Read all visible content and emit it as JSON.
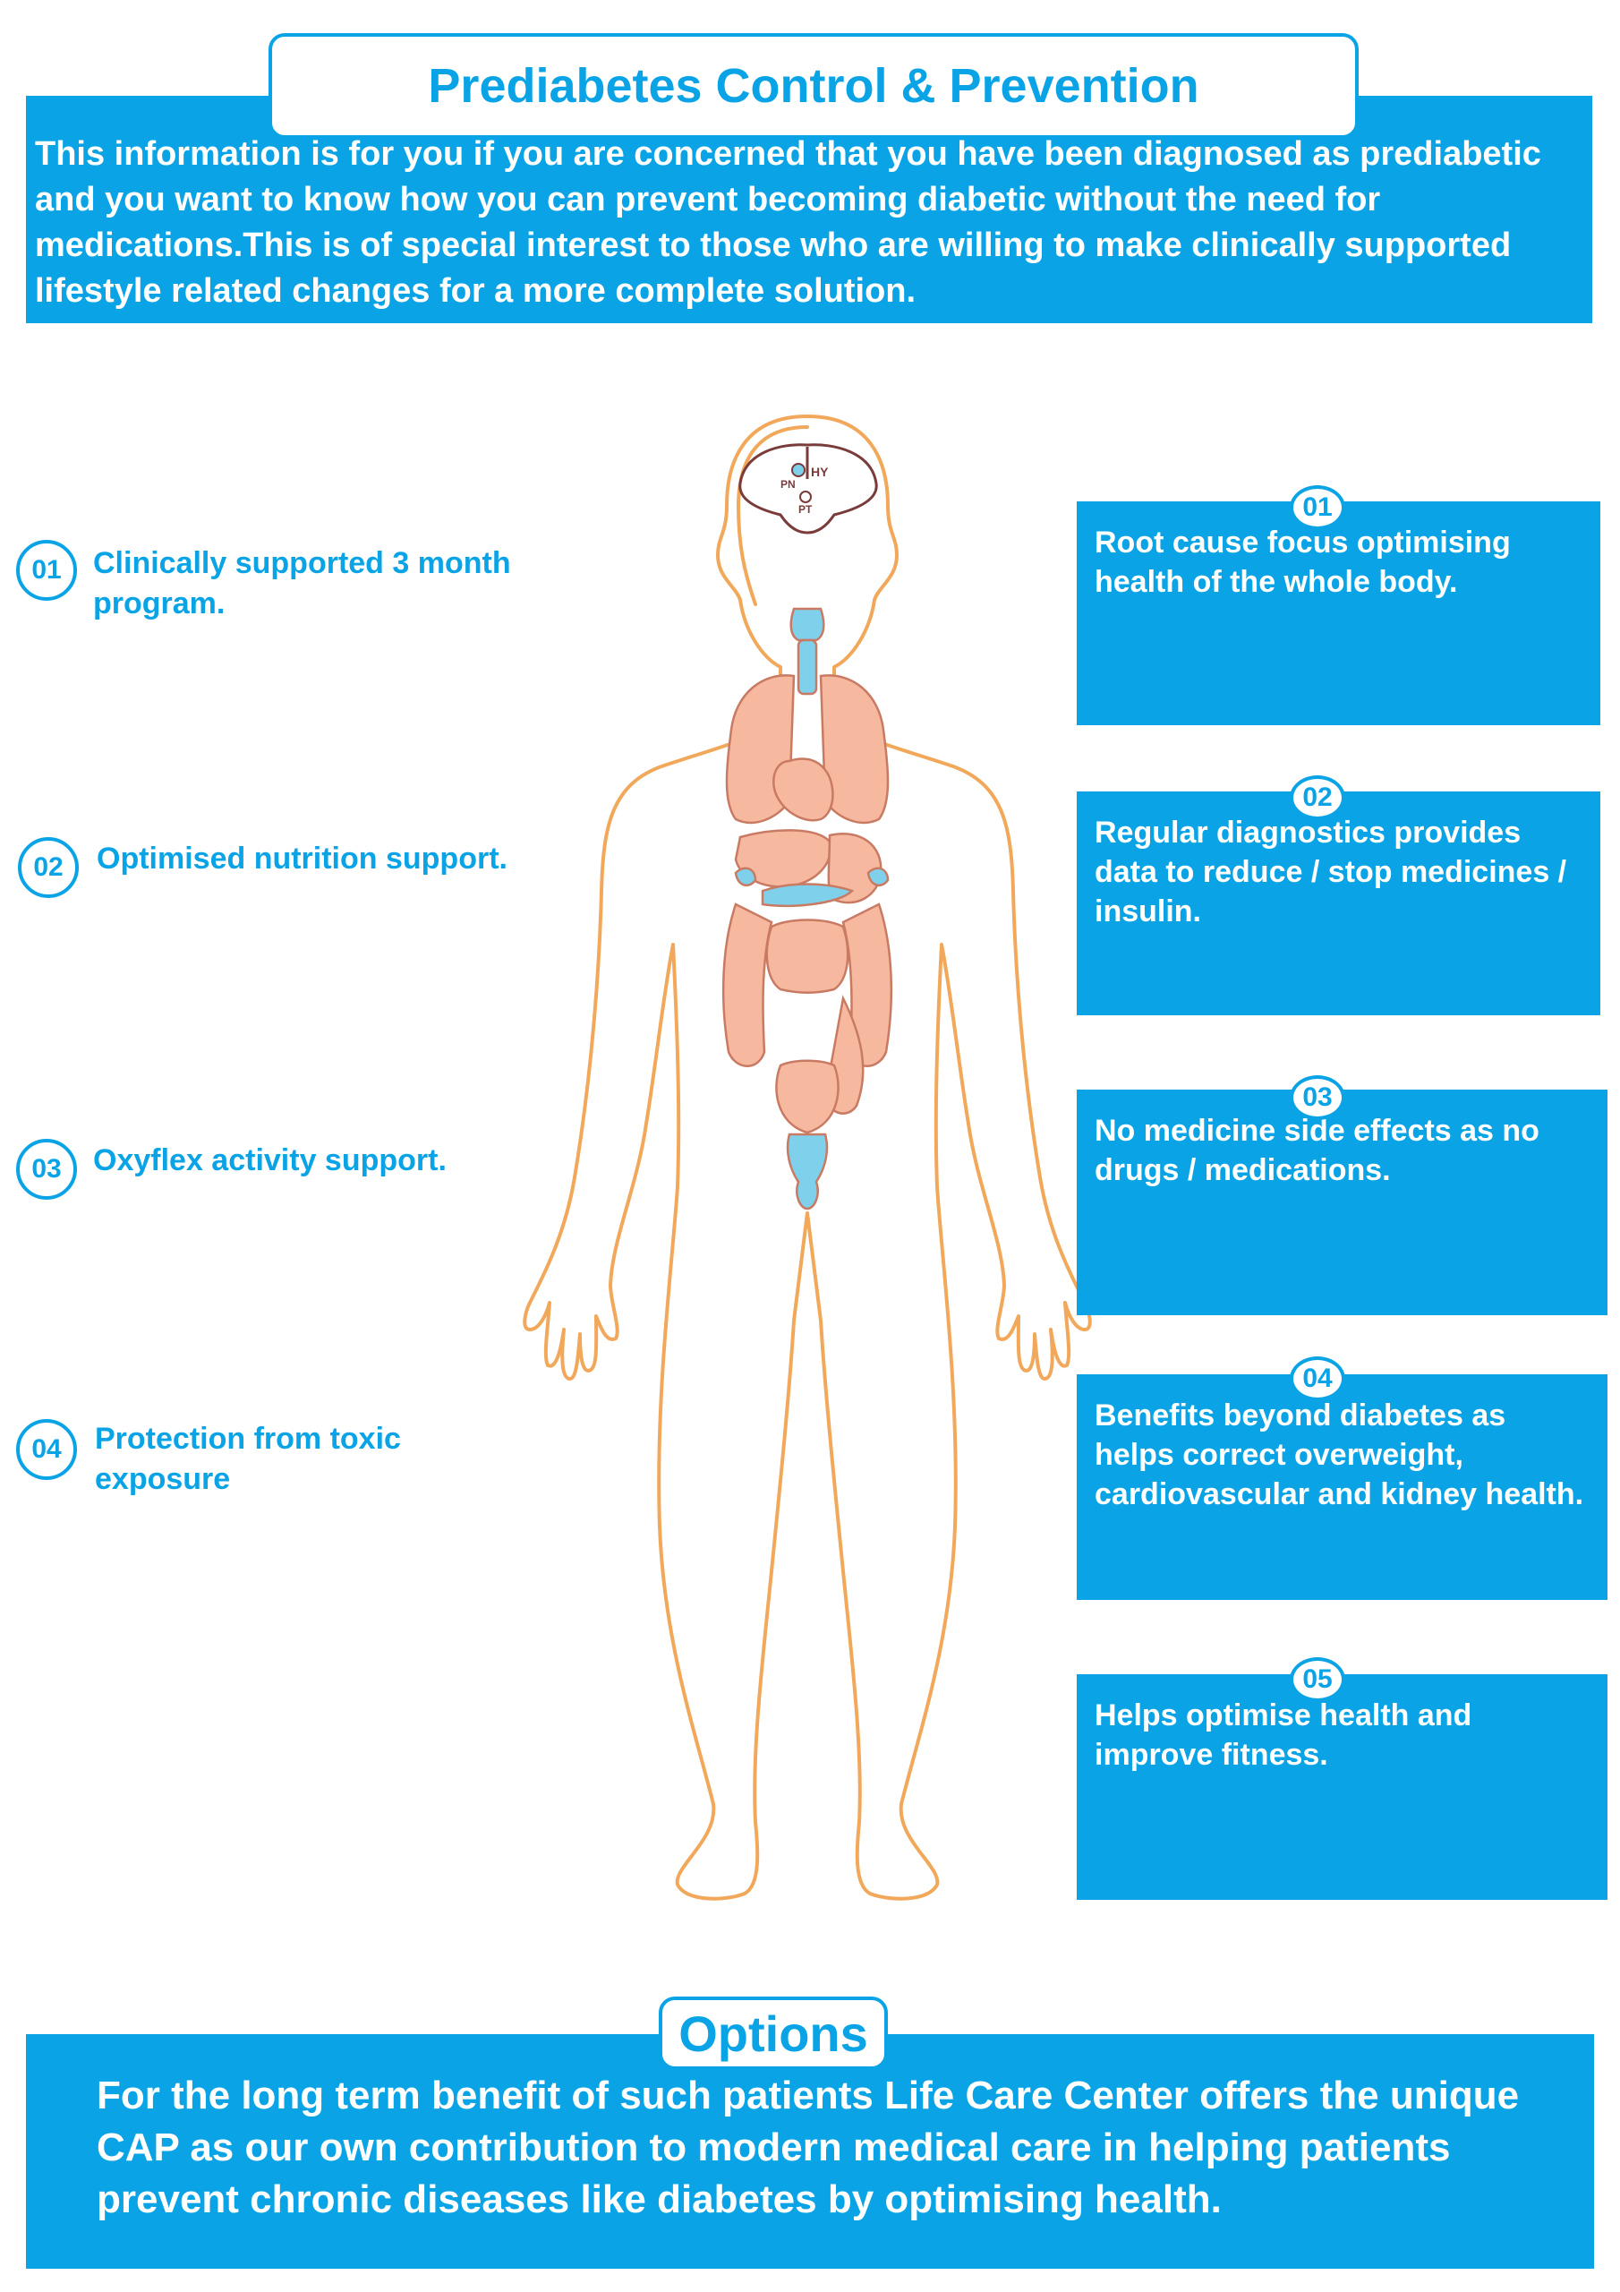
{
  "header": {
    "title": "Prediabetes Control & Prevention",
    "intro": "This information is for you if you are concerned that you have been diagnosed as prediabetic and you want to know how you can prevent becoming diabetic without the need for medications.This is of special interest to those who are willing to make clinically supported lifestyle related changes for a more complete solution."
  },
  "illustration": {
    "brain_labels": [
      "HY",
      "PN",
      "PT"
    ],
    "colors": {
      "outline": "#f2a85a",
      "organ": "#f6b9a0",
      "gland": "#7fd0ea"
    }
  },
  "program_items": [
    {
      "num": "01",
      "label": "Clinically supported 3 month program."
    },
    {
      "num": "02",
      "label": "Optimised nutrition support."
    },
    {
      "num": "03",
      "label": "Oxyflex activity support."
    },
    {
      "num": "04",
      "label": "Protection from toxic exposure"
    }
  ],
  "benefits": [
    {
      "num": "01",
      "text": "Root cause focus optimising\nhealth of the whole body."
    },
    {
      "num": "02",
      "text": "Regular diagnostics provides\ndata to reduce / stop medicines /\ninsulin."
    },
    {
      "num": "03",
      "text": "No medicine side effects as no\ndrugs / medications."
    },
    {
      "num": "04",
      "text": "Benefits beyond diabetes as\nhelps correct overweight,\ncardiovascular and kidney health."
    },
    {
      "num": "05",
      "text": "Helps optimise health and\nimprove fitness."
    }
  ],
  "options": {
    "title": "Options",
    "text": "For the long term benefit of such patients Life Care Center offers the unique CAP as our own contribution to modern medical care in helping patients prevent chronic diseases like diabetes by optimising health."
  },
  "theme": {
    "accent": "#0aa4e6",
    "text_on_accent": "#ffffff"
  }
}
